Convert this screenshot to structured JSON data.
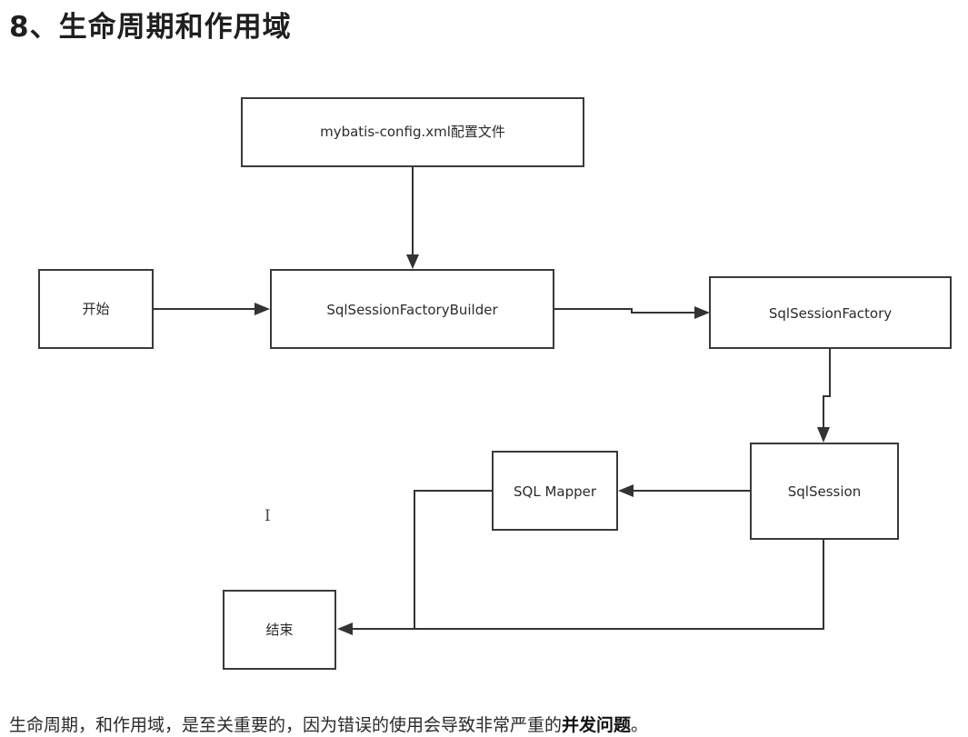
{
  "heading": "8、生命周期和作用域",
  "diagram": {
    "nodes": {
      "config": "mybatis-config.xml配置文件",
      "start": "开始",
      "builder": "SqlSessionFactoryBuilder",
      "factory": "SqlSessionFactory",
      "session": "SqlSession",
      "mapper": "SQL Mapper",
      "end": "结束"
    },
    "edges": [
      {
        "from": "config",
        "to": "builder"
      },
      {
        "from": "start",
        "to": "builder"
      },
      {
        "from": "builder",
        "to": "factory"
      },
      {
        "from": "factory",
        "to": "session"
      },
      {
        "from": "session",
        "to": "mapper"
      },
      {
        "from": "mapper",
        "to": "end"
      },
      {
        "from": "session",
        "to": "end"
      }
    ]
  },
  "paragraph": {
    "text": "生命周期，和作用域，是至关重要的，因为错误的使用会导致非常严重的",
    "emphasis": "并发问题",
    "suffix": "。"
  },
  "icons": {
    "cursor": "text-cursor-icon"
  }
}
